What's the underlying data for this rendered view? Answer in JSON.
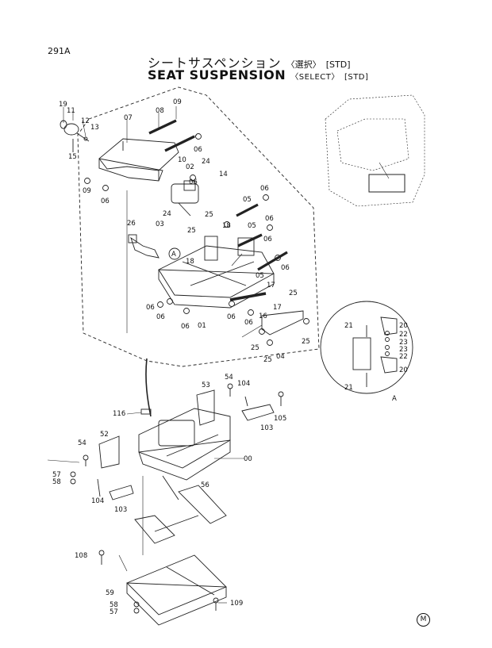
{
  "page": {
    "number": "291A"
  },
  "title": {
    "jp": "シートサスペンション",
    "jp_select": "〈選択〉",
    "jp_std": "[STD]",
    "en": "SEAT SUSPENSION",
    "en_select": "〈SELECT〉",
    "en_std": "[STD]"
  },
  "detail": {
    "label": "A"
  },
  "mark": "M",
  "callouts": [
    {
      "id": "c19",
      "text": "19"
    },
    {
      "id": "c11",
      "text": "11"
    },
    {
      "id": "c12",
      "text": "12"
    },
    {
      "id": "c13",
      "text": "13"
    },
    {
      "id": "c15",
      "text": "15"
    },
    {
      "id": "c07",
      "text": "07"
    },
    {
      "id": "c08",
      "text": "08"
    },
    {
      "id": "c09a",
      "text": "09"
    },
    {
      "id": "c06a",
      "text": "06"
    },
    {
      "id": "c10",
      "text": "10"
    },
    {
      "id": "c09b",
      "text": "09"
    },
    {
      "id": "c06b",
      "text": "06"
    },
    {
      "id": "c02",
      "text": "02"
    },
    {
      "id": "c24a",
      "text": "24"
    },
    {
      "id": "c06c",
      "text": "06"
    },
    {
      "id": "c14",
      "text": "14"
    },
    {
      "id": "c24b",
      "text": "24"
    },
    {
      "id": "c25a",
      "text": "25"
    },
    {
      "id": "c05a",
      "text": "05"
    },
    {
      "id": "c06d",
      "text": "06"
    },
    {
      "id": "c06e",
      "text": "06"
    },
    {
      "id": "c26",
      "text": "26"
    },
    {
      "id": "c03",
      "text": "03"
    },
    {
      "id": "c25b",
      "text": "25"
    },
    {
      "id": "c18a",
      "text": "18"
    },
    {
      "id": "c05b",
      "text": "05"
    },
    {
      "id": "c06f",
      "text": "06"
    },
    {
      "id": "cA",
      "text": "A"
    },
    {
      "id": "c18b",
      "text": "18"
    },
    {
      "id": "c06g",
      "text": "06"
    },
    {
      "id": "c05c",
      "text": "05"
    },
    {
      "id": "c17a",
      "text": "17"
    },
    {
      "id": "c17b",
      "text": "17"
    },
    {
      "id": "c25c",
      "text": "25"
    },
    {
      "id": "c06h",
      "text": "06"
    },
    {
      "id": "c06i",
      "text": "06"
    },
    {
      "id": "c01",
      "text": "01"
    },
    {
      "id": "c06j",
      "text": "06"
    },
    {
      "id": "c06k",
      "text": "06"
    },
    {
      "id": "c06l",
      "text": "06"
    },
    {
      "id": "c16",
      "text": "16"
    },
    {
      "id": "c25d",
      "text": "25"
    },
    {
      "id": "c04",
      "text": "04"
    },
    {
      "id": "c25e",
      "text": "25"
    },
    {
      "id": "c25f",
      "text": "25"
    },
    {
      "id": "c21a",
      "text": "21"
    },
    {
      "id": "c20a",
      "text": "20"
    },
    {
      "id": "c22a",
      "text": "22"
    },
    {
      "id": "c23a",
      "text": "23"
    },
    {
      "id": "c23b",
      "text": "23"
    },
    {
      "id": "c22b",
      "text": "22"
    },
    {
      "id": "c20b",
      "text": "20"
    },
    {
      "id": "c21b",
      "text": "21"
    },
    {
      "id": "cA2",
      "text": "A"
    },
    {
      "id": "c54a",
      "text": "54"
    },
    {
      "id": "c53",
      "text": "53"
    },
    {
      "id": "c104a",
      "text": "104"
    },
    {
      "id": "c105",
      "text": "105"
    },
    {
      "id": "c116",
      "text": "116"
    },
    {
      "id": "c103a",
      "text": "103"
    },
    {
      "id": "c52",
      "text": "52"
    },
    {
      "id": "c54b",
      "text": "54"
    },
    {
      "id": "c00",
      "text": "00"
    },
    {
      "id": "c57a",
      "text": "57"
    },
    {
      "id": "c58a",
      "text": "58"
    },
    {
      "id": "c104b",
      "text": "104"
    },
    {
      "id": "c103b",
      "text": "103"
    },
    {
      "id": "c56",
      "text": "56"
    },
    {
      "id": "c108",
      "text": "108"
    },
    {
      "id": "c59",
      "text": "59"
    },
    {
      "id": "c58b",
      "text": "58"
    },
    {
      "id": "c57b",
      "text": "57"
    },
    {
      "id": "c109",
      "text": "109"
    }
  ]
}
